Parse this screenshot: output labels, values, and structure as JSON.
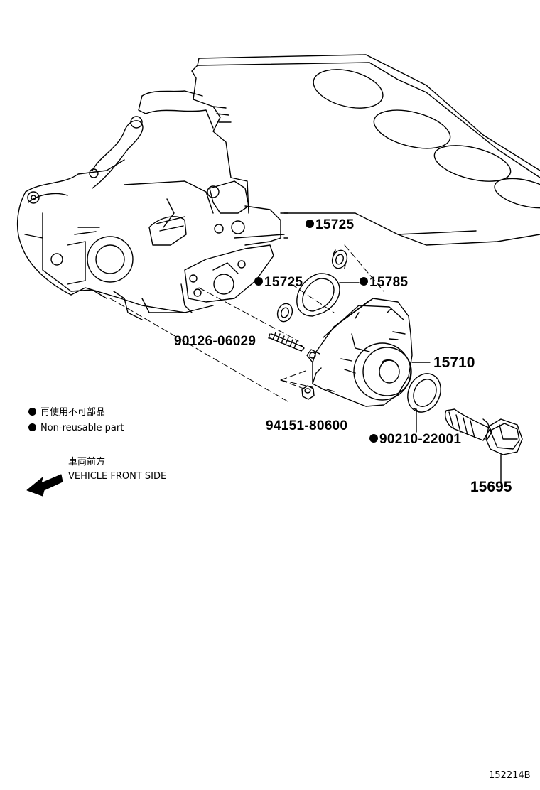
{
  "callouts": {
    "p15725_top": {
      "number": "15725",
      "non_reusable": true
    },
    "p15725_mid": {
      "number": "15725",
      "non_reusable": true
    },
    "p15785": {
      "number": "15785",
      "non_reusable": true
    },
    "p15710": {
      "number": "15710",
      "non_reusable": false
    },
    "p90126": {
      "number": "90126-06029",
      "non_reusable": false
    },
    "p94151": {
      "number": "94151-80600",
      "non_reusable": false
    },
    "p90210": {
      "number": "90210-22001",
      "non_reusable": true
    },
    "p15695": {
      "number": "15695",
      "non_reusable": false
    }
  },
  "legend": {
    "japanese": "再使用不可部品",
    "english": "Non-reusable part"
  },
  "vehicle_front": {
    "japanese": "車両前方",
    "english": "VEHICLE FRONT SIDE"
  },
  "illustration_code": "152214B"
}
